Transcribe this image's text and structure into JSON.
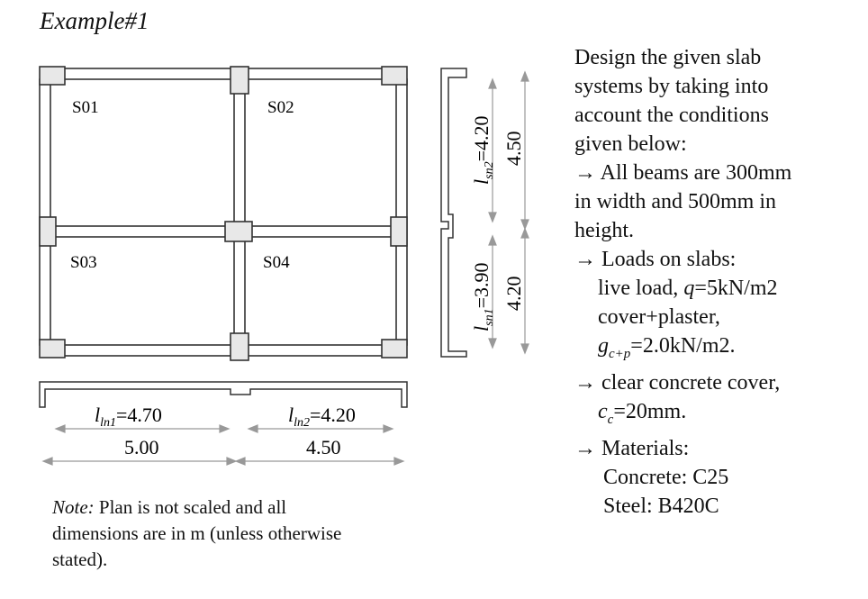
{
  "title": "Example#1",
  "plan": {
    "slabs": [
      "S01",
      "S02",
      "S03",
      "S04"
    ],
    "vertical_dims": {
      "sn2": {
        "prefix": "l",
        "sub": "sn2",
        "value": "=4.20"
      },
      "sn1": {
        "prefix": "l",
        "sub": "sn1",
        "value": "=3.90"
      },
      "outer_top": "4.50",
      "outer_bottom": "4.20"
    },
    "horizontal_dims": {
      "ln1": {
        "prefix": "l",
        "sub": "ln1",
        "value": "=4.70"
      },
      "ln2": {
        "prefix": "l",
        "sub": "ln2",
        "value": "=4.20"
      },
      "outer_left": "5.00",
      "outer_right": "4.50"
    }
  },
  "description": {
    "line1": "Design the given slab",
    "line2": "systems by taking into",
    "line3": "account the conditions",
    "line4": "given below:",
    "arrow": "→",
    "beams_1": " All beams are 300mm",
    "beams_2": "in width and 500mm in",
    "beams_3": "height.",
    "loads_head": " Loads on slabs:",
    "live_a": "live load, ",
    "live_q": "q",
    "live_b": "=5kN/m2",
    "cover_plaster": "cover+plaster,",
    "g_sym": "g",
    "g_sub": "c+p",
    "g_val": "=2.0kN/m2.",
    "cover_head": " clear concrete cover,",
    "cc_sym": "c",
    "cc_sub": "c",
    "cc_val": "=20mm.",
    "materials_head": " Materials:",
    "concrete": "Concrete: C25",
    "steel": "Steel: B420C"
  },
  "note": {
    "label": "Note:",
    "text": " Plan is not scaled and all dimensions are in m (unless otherwise stated)."
  }
}
